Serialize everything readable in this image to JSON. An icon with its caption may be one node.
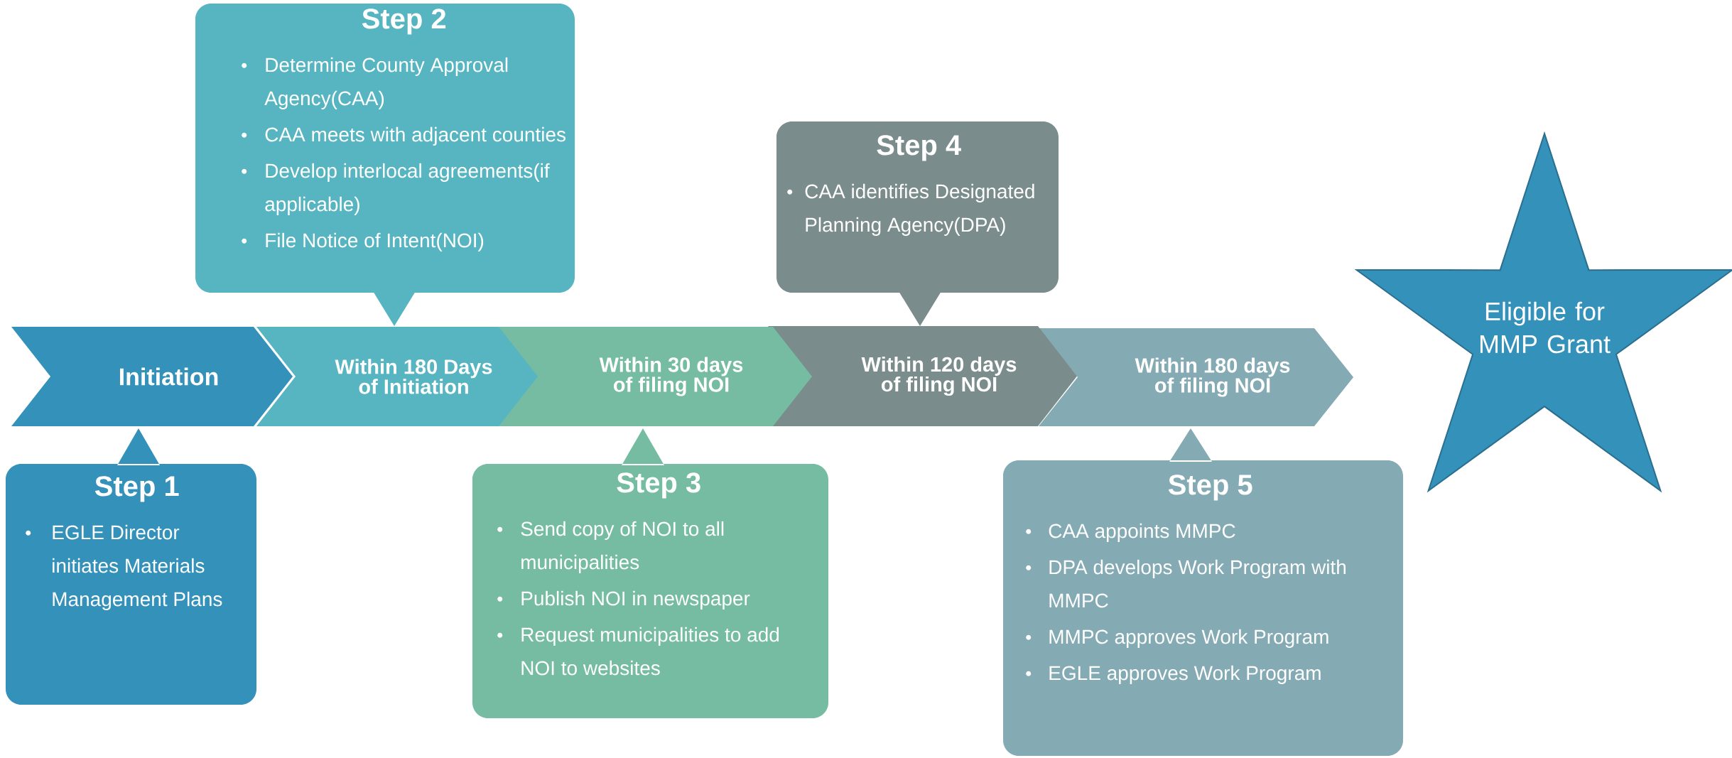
{
  "diagram": {
    "nodes": [
      {
        "text": [
          "Step 2",
          "Determine County Approval Agency(CAA)",
          "CAA meets with adjacent counties",
          "Develop interlocal agreements(if applicable)",
          "File Notice of Intent(NOI)"
        ]
      },
      {
        "text": [
          "Step 4",
          "CAA identifies Designated Planning Agency(DPA)"
        ]
      },
      {
        "text": [
          "Initiation"
        ]
      },
      {
        "text": [
          "Within 180 Days of Initiation"
        ]
      },
      {
        "text": [
          "Within 30 days of filing NOI"
        ]
      },
      {
        "text": [
          "Within 120 days of filing NOI"
        ]
      },
      {
        "text": [
          "Within 180 days of filing NOI"
        ]
      },
      {
        "text": [
          "Eligible for MMP Grant"
        ]
      },
      {
        "text": [
          "Step 1",
          "EGLE Director initiates Materials Management Plans"
        ]
      },
      {
        "text": [
          "Step 3",
          "Send copy of NOI to all municipalities",
          "Publish NOI in newspaper",
          "Request municipalities to add NOI to websites"
        ]
      },
      {
        "text": [
          "Step 5",
          "CAA appoints MMPC",
          "DPA develops Work Program with MMPC",
          "MMPC approves Work Program",
          "EGLE approves Work Program"
        ]
      }
    ]
  }
}
